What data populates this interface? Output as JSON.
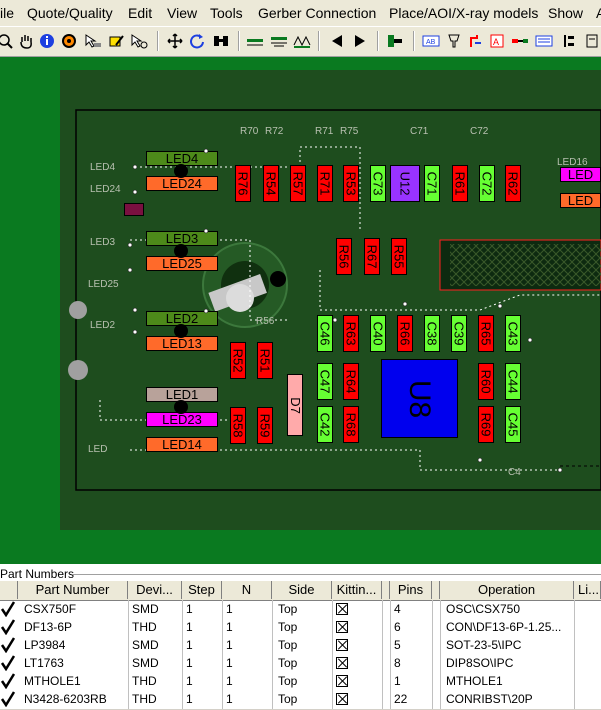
{
  "menu": [
    "ile",
    "Quote/Quality",
    "Edit",
    "View",
    "Tools",
    "Gerber Connection",
    "Place/AOI/X-ray models",
    "Show",
    "A"
  ],
  "toolbar": [
    "zoom-icon",
    "hand-icon",
    "info-icon",
    "target-icon",
    "pointer-icon",
    "edit-icon",
    "select-icon",
    "move-icon",
    "rotate-icon",
    "binoculars-icon",
    "layer1-icon",
    "layer2-icon",
    "layer3-icon",
    "prev-icon",
    "next-icon",
    "export-icon",
    "view1-icon",
    "view2-icon",
    "view3-icon",
    "view4-icon",
    "view5-icon",
    "view6-icon",
    "view7-icon"
  ],
  "components": [
    {
      "label": "LED4",
      "color": "#4d8a1a"
    },
    {
      "label": "LED24",
      "color": "#ff6a2a"
    },
    {
      "label": "LED3",
      "color": "#4d8a1a"
    },
    {
      "label": "LED25",
      "color": "#ff6a2a"
    },
    {
      "label": "LED2",
      "color": "#4d8a1a"
    },
    {
      "label": "LED13",
      "color": "#ff6a2a"
    },
    {
      "label": "LED1",
      "color": "#b8a29a"
    },
    {
      "label": "LED23",
      "color": "#ff00ff"
    },
    {
      "label": "LED14",
      "color": "#ff6a2a"
    },
    {
      "label": "R76",
      "color": "#ff0000"
    },
    {
      "label": "R54",
      "color": "#ff0000"
    },
    {
      "label": "R57",
      "color": "#ff0000"
    },
    {
      "label": "R71",
      "color": "#ff0000"
    },
    {
      "label": "R53",
      "color": "#ff0000"
    },
    {
      "label": "C73",
      "color": "#66ff33"
    },
    {
      "label": "U12",
      "color": "#9933ff"
    },
    {
      "label": "C71",
      "color": "#66ff33"
    },
    {
      "label": "R61",
      "color": "#ff0000"
    },
    {
      "label": "C72",
      "color": "#66ff33"
    },
    {
      "label": "R62",
      "color": "#ff0000"
    },
    {
      "label": "R56",
      "color": "#ff0000"
    },
    {
      "label": "R67",
      "color": "#ff0000"
    },
    {
      "label": "R55",
      "color": "#ff0000"
    },
    {
      "label": "C46",
      "color": "#66ff33"
    },
    {
      "label": "R63",
      "color": "#ff0000"
    },
    {
      "label": "C40",
      "color": "#66ff33"
    },
    {
      "label": "R66",
      "color": "#ff0000"
    },
    {
      "label": "C38",
      "color": "#66ff33"
    },
    {
      "label": "C39",
      "color": "#66ff33"
    },
    {
      "label": "R65",
      "color": "#ff0000"
    },
    {
      "label": "C43",
      "color": "#66ff33"
    },
    {
      "label": "R52",
      "color": "#ff0000"
    },
    {
      "label": "R51",
      "color": "#ff0000"
    },
    {
      "label": "C47",
      "color": "#66ff33"
    },
    {
      "label": "R64",
      "color": "#ff0000"
    },
    {
      "label": "D7",
      "color": "#ffaaaa"
    },
    {
      "label": "U8",
      "color": "#0000ee"
    },
    {
      "label": "R60",
      "color": "#ff0000"
    },
    {
      "label": "C44",
      "color": "#66ff33"
    },
    {
      "label": "R58",
      "color": "#ff0000"
    },
    {
      "label": "R59",
      "color": "#ff0000"
    },
    {
      "label": "C42",
      "color": "#66ff33"
    },
    {
      "label": "R68",
      "color": "#ff0000"
    },
    {
      "label": "R69",
      "color": "#ff0000"
    },
    {
      "label": "C45",
      "color": "#66ff33"
    },
    {
      "label": "LED",
      "color": "#ff00ff"
    },
    {
      "label": "LED",
      "color": "#ff6a2a"
    }
  ],
  "silk_labels": [
    "LED4",
    "LED24",
    "LED3",
    "LED25",
    "LED2",
    "LED",
    "R70",
    "R72",
    "R71",
    "R75",
    "C71",
    "C72",
    "R56",
    "LED16",
    "C4"
  ],
  "panel": {
    "title": "Part Numbers",
    "columns": [
      "Part Number",
      "Devi...",
      "Step",
      "N",
      "Side",
      "Kittin...",
      "Pins",
      "Operation",
      "Li..."
    ],
    "rows": [
      {
        "part": "CSX750F",
        "device": "SMD",
        "step": "1",
        "n": "1",
        "side": "Top",
        "pins": "4",
        "operation": "OSC\\CSX750"
      },
      {
        "part": "DF13-6P",
        "device": "THD",
        "step": "1",
        "n": "1",
        "side": "Top",
        "pins": "6",
        "operation": "CON\\DF13-6P-1.25..."
      },
      {
        "part": "LP3984",
        "device": "SMD",
        "step": "1",
        "n": "1",
        "side": "Top",
        "pins": "5",
        "operation": "SOT-23-5\\IPC"
      },
      {
        "part": "LT1763",
        "device": "SMD",
        "step": "1",
        "n": "1",
        "side": "Top",
        "pins": "8",
        "operation": "DIP8SO\\IPC"
      },
      {
        "part": "MTHOLE1",
        "device": "THD",
        "step": "1",
        "n": "1",
        "side": "Top",
        "pins": "1",
        "operation": "MTHOLE1"
      },
      {
        "part": "N3428-6203RB",
        "device": "THD",
        "step": "1",
        "n": "1",
        "side": "Top",
        "pins": "22",
        "operation": "CONRIBST\\20P"
      }
    ]
  }
}
